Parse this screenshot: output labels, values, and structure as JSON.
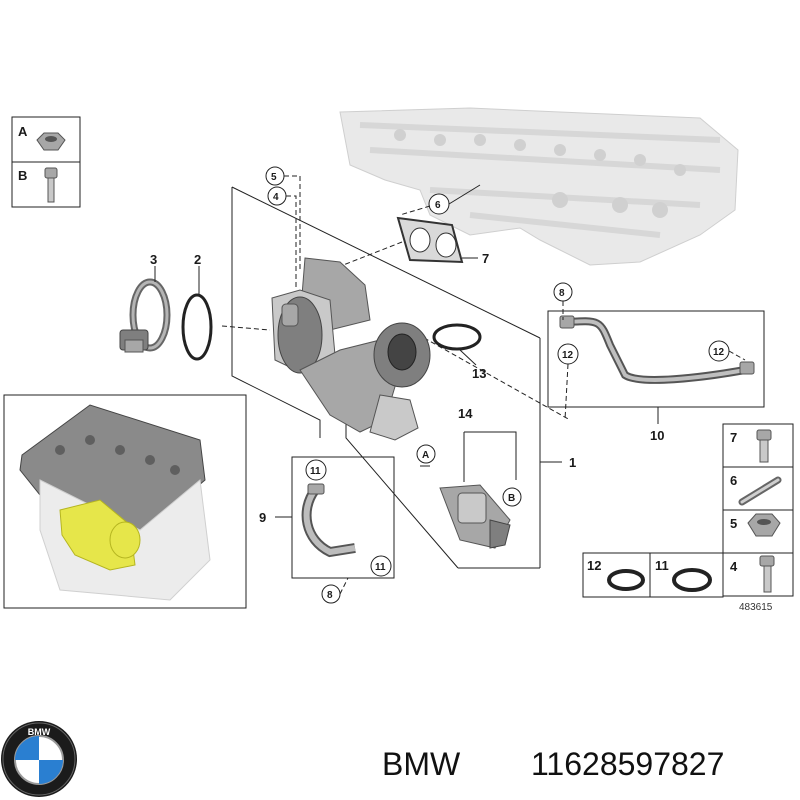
{
  "legend_a": {
    "letter": "A"
  },
  "legend_b": {
    "letter": "B"
  },
  "callouts": {
    "n1": "1",
    "n2": "2",
    "n3": "3",
    "n4": "4",
    "n5": "5",
    "n6": "6",
    "n7": "7",
    "n8": "8",
    "n9": "9",
    "n10": "10",
    "n11": "11",
    "n12": "12",
    "n13": "13",
    "n14": "14",
    "a": "A",
    "b": "B"
  },
  "side_panel": {
    "r7": "7",
    "r6": "6",
    "r5": "5",
    "r4": "4",
    "r12": "12",
    "r11": "11"
  },
  "ref_number": "483615",
  "caption": {
    "brand": "BMW",
    "part_number": "11628597827"
  },
  "logo": {
    "text": "BMW"
  }
}
